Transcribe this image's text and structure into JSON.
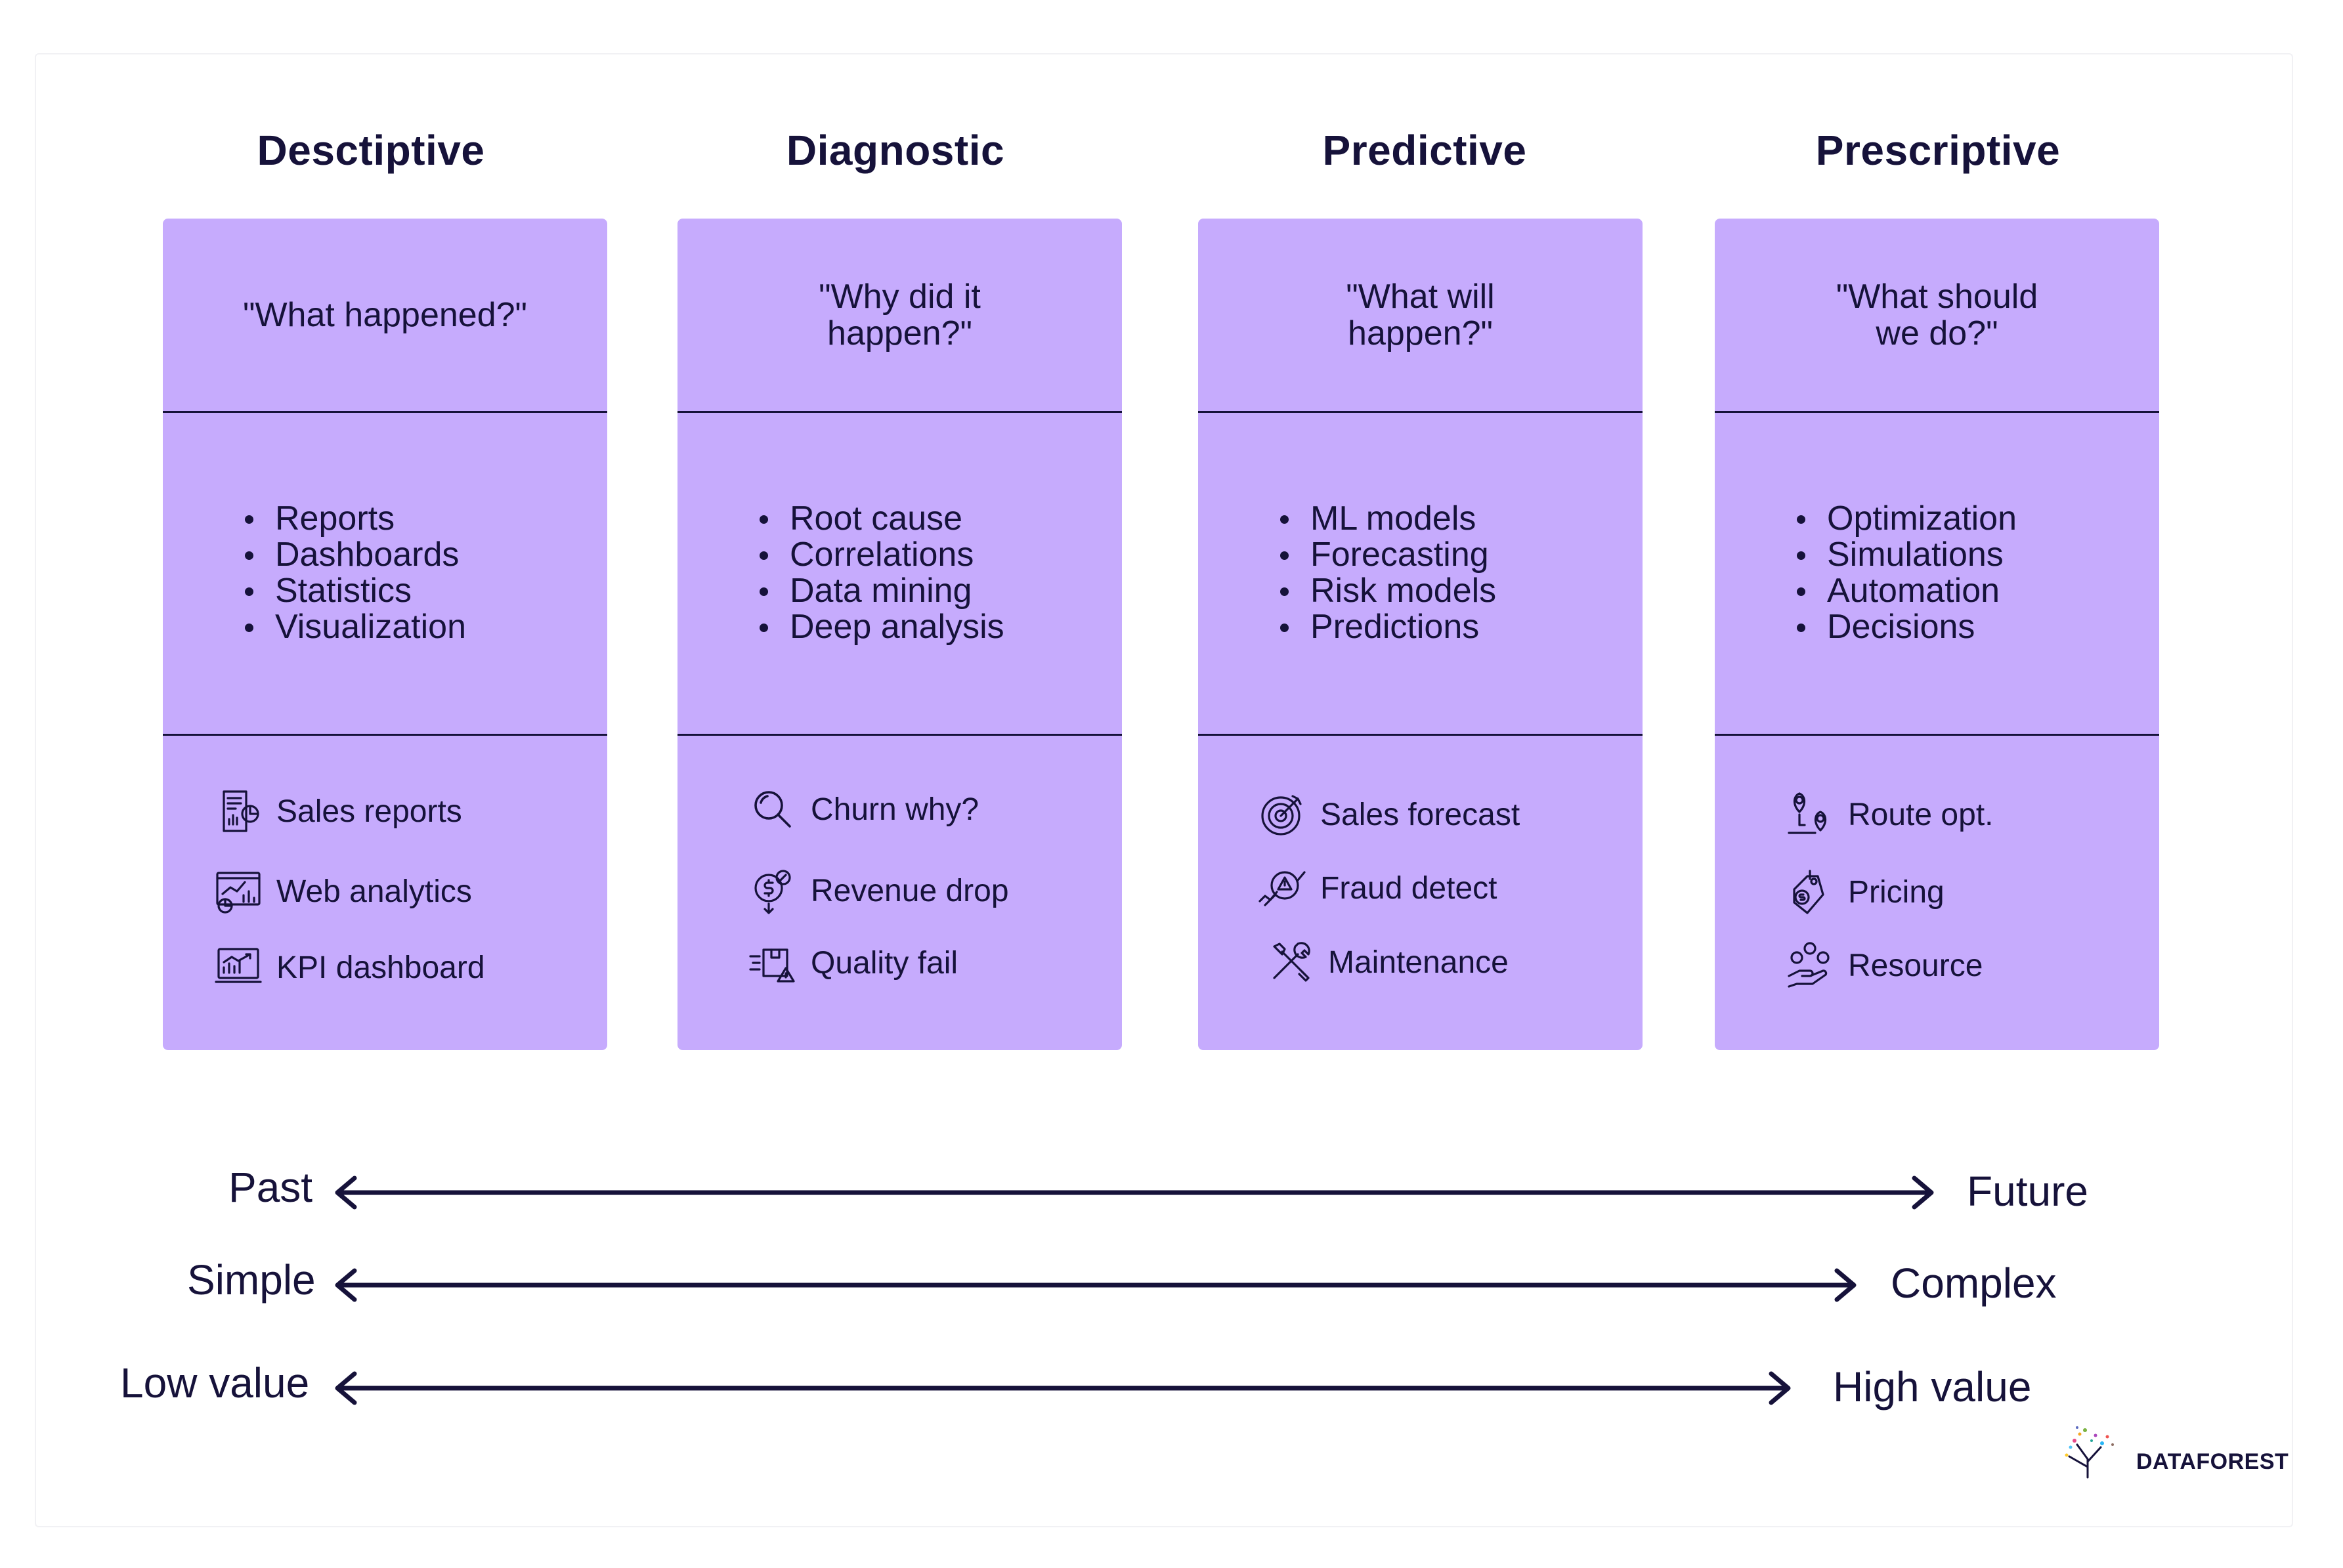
{
  "columns": [
    {
      "title": "Desctiptive",
      "question": "\"What happened?\"",
      "bullets": [
        "Reports",
        "Dashboards",
        "Statistics",
        "Visualization"
      ],
      "examples": [
        {
          "icon": "report-document-icon",
          "label": "Sales reports"
        },
        {
          "icon": "web-analytics-icon",
          "label": "Web analytics"
        },
        {
          "icon": "kpi-dashboard-icon",
          "label": "KPI dashboard"
        }
      ]
    },
    {
      "title": "Diagnostic",
      "question": "\"Why did it happen?\"",
      "bullets": [
        "Root cause",
        "Correlations",
        "Data mining",
        "Deep analysis"
      ],
      "examples": [
        {
          "icon": "magnifier-icon",
          "label": "Churn why?"
        },
        {
          "icon": "revenue-drop-icon",
          "label": "Revenue drop"
        },
        {
          "icon": "package-warning-icon",
          "label": "Quality fail"
        }
      ]
    },
    {
      "title": "Predictive",
      "question": "\"What will happen?\"",
      "bullets": [
        "ML models",
        "Forecasting",
        "Risk models",
        "Predictions"
      ],
      "examples": [
        {
          "icon": "target-icon",
          "label": "Sales forecast"
        },
        {
          "icon": "fraud-alert-icon",
          "label": "Fraud detect"
        },
        {
          "icon": "tools-icon",
          "label": "Maintenance"
        }
      ]
    },
    {
      "title": "Prescriptive",
      "question": "\"What should we do?\"",
      "bullets": [
        "Optimization",
        "Simulations",
        "Automation",
        "Decisions"
      ],
      "examples": [
        {
          "icon": "route-pin-icon",
          "label": "Route opt."
        },
        {
          "icon": "price-tag-icon",
          "label": "Pricing"
        },
        {
          "icon": "resource-hand-icon",
          "label": "Resource"
        }
      ]
    }
  ],
  "axes": [
    {
      "left": "Past",
      "right": "Future"
    },
    {
      "left": "Simple",
      "right": "Complex"
    },
    {
      "left": "Low value",
      "right": "High value"
    }
  ],
  "brand": {
    "name": "DATAFOREST"
  },
  "colors": {
    "card": "#c6abfd",
    "ink": "#16123a",
    "background": "#ffffff"
  }
}
